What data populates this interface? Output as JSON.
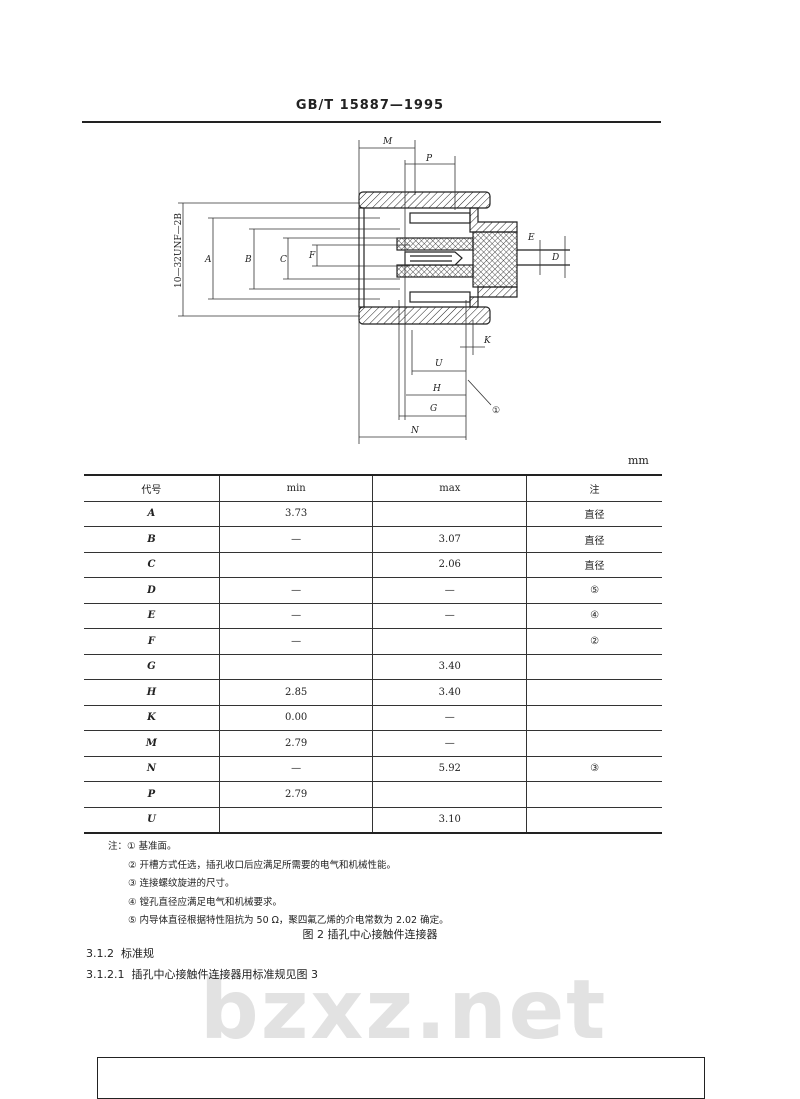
{
  "header": {
    "standard": "GB/T 15887—1995"
  },
  "watermark": "bzxz.net",
  "figure": {
    "thread_label": "10—32UNF—2B",
    "dims": {
      "A": "A",
      "B": "B",
      "C": "C",
      "F": "F",
      "E": "E",
      "D": "D",
      "M": "M",
      "P": "P",
      "K": "K",
      "U": "U",
      "H": "H",
      "G": "G",
      "N": "N"
    },
    "ref_marker": "①"
  },
  "unit": "mm",
  "table": {
    "headers": [
      "代号",
      "min",
      "max",
      "注"
    ],
    "rows": [
      [
        "A",
        "3.73",
        "",
        "直径"
      ],
      [
        "B",
        "—",
        "3.07",
        "直径"
      ],
      [
        "C",
        "",
        "2.06",
        "直径"
      ],
      [
        "D",
        "—",
        "—",
        "⑤"
      ],
      [
        "E",
        "—",
        "—",
        "④"
      ],
      [
        "F",
        "—",
        "",
        "②"
      ],
      [
        "G",
        "",
        "3.40",
        ""
      ],
      [
        "H",
        "2.85",
        "3.40",
        ""
      ],
      [
        "K",
        "0.00",
        "—",
        ""
      ],
      [
        "M",
        "2.79",
        "—",
        ""
      ],
      [
        "N",
        "—",
        "5.92",
        "③"
      ],
      [
        "P",
        "2.79",
        "",
        ""
      ],
      [
        "U",
        "",
        "3.10",
        ""
      ]
    ]
  },
  "notes": {
    "prefix": "注：",
    "items": [
      "① 基准面。",
      "② 开槽方式任选，插孔收口后应满足所需要的电气和机械性能。",
      "③ 连接螺纹旋进的尺寸。",
      "④ 镗孔直径应满足电气和机械要求。",
      "⑤ 内导体直径根据特性阻抗为 50 Ω，聚四氟乙烯的介电常数为 2.02 确定。"
    ]
  },
  "figure_caption": "图 2   插孔中心接触件连接器",
  "sections": [
    {
      "number": "3.1.2",
      "title": "标准规"
    },
    {
      "number": "3.1.2.1",
      "title": "插孔中心接触件连接器用标准规见图 3"
    }
  ]
}
